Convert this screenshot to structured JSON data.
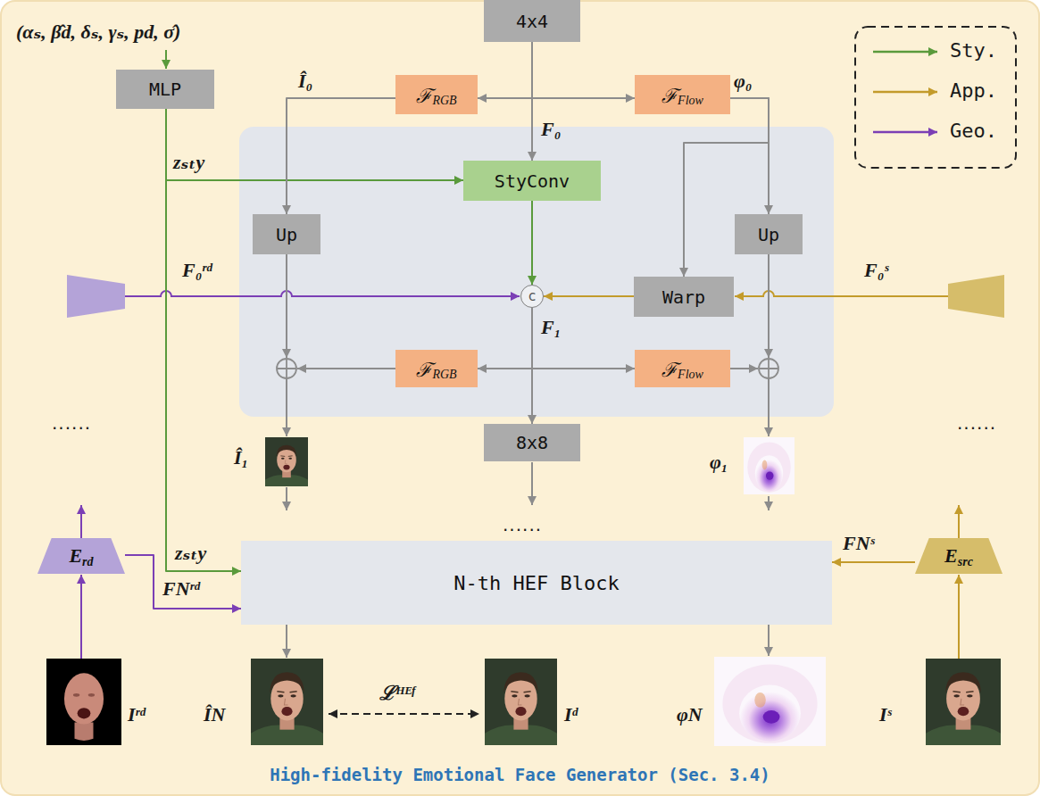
{
  "diagram": {
    "caption": "High-fidelity Emotional Face Generator (Sec. 3.4)",
    "nodes": [
      {
        "text": [
          "MLP"
        ]
      },
      {
        "text": [
          "4x4"
        ]
      },
      {
        "text": [
          "ℱ",
          "RGB"
        ]
      },
      {
        "text": [
          "ℱ",
          "Flow"
        ]
      },
      {
        "text": [
          "StyConv"
        ]
      },
      {
        "text": [
          "Up"
        ]
      },
      {
        "text": [
          "Up"
        ]
      },
      {
        "text": [
          "Warp"
        ]
      },
      {
        "text": [
          "c"
        ]
      },
      {
        "text": [
          "ℱ",
          "RGB"
        ]
      },
      {
        "text": [
          "ℱ",
          "Flow"
        ]
      },
      {
        "text": [
          "8x8"
        ]
      },
      {
        "text": [
          "N-th HEF Block"
        ]
      },
      {
        "text": [
          "E",
          "rd"
        ]
      },
      {
        "text": [
          "E",
          "src"
        ]
      }
    ],
    "edges": [
      {
        "from": 0,
        "to": 4,
        "arrow": "to",
        "label": "zₛₜy"
      },
      {
        "from": 0,
        "to": 12,
        "arrow": "to",
        "label": "zₛₜy"
      },
      {
        "from": 1,
        "to": 4,
        "arrow": "to",
        "label": "F₀"
      },
      {
        "from": 1,
        "to": 2,
        "arrow": "to"
      },
      {
        "from": 1,
        "to": 3,
        "arrow": "to"
      },
      {
        "from": 2,
        "to": 5,
        "arrow": "to",
        "label": "Î₀"
      },
      {
        "from": 3,
        "to": 6,
        "arrow": "to",
        "label": "φ₀"
      },
      {
        "from": 3,
        "to": 7,
        "arrow": "to"
      },
      {
        "from": 4,
        "to": 8,
        "arrow": "to"
      },
      {
        "from": 7,
        "to": 8,
        "arrow": "to"
      },
      {
        "from": 8,
        "to": 11,
        "arrow": "to",
        "label": "F₁"
      },
      {
        "from": 8,
        "to": 9,
        "arrow": "to"
      },
      {
        "from": 8,
        "to": 10,
        "arrow": "to"
      },
      {
        "from": 13,
        "to": 12,
        "arrow": "to",
        "label": "FNʳᵈ"
      },
      {
        "from": 14,
        "to": 12,
        "arrow": "to",
        "label": "FNˢ"
      }
    ],
    "labels": [
      "(αₛ, β̂d, δₛ, γₛ, pd, σ̂)",
      "F₀ʳᵈ",
      "F₀ˢ",
      "Î₁",
      "φ₁",
      "......",
      "......",
      "......",
      "Iʳᵈ",
      "ÎN",
      "ℒᴴᴱᶠ",
      "Iᵈ",
      "φN",
      "Iˢ"
    ],
    "legend": [
      {
        "text": "Sty."
      },
      {
        "text": "App."
      },
      {
        "text": "Geo."
      }
    ]
  }
}
